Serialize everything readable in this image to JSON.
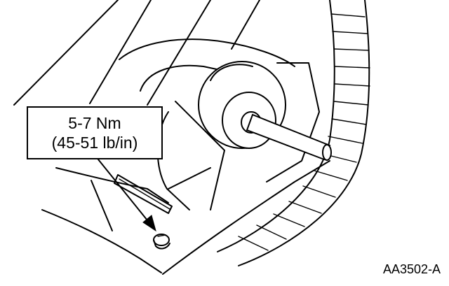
{
  "callout": {
    "torque_nm": "5-7 Nm",
    "torque_lbin": "(45-51 lb/in)"
  },
  "figure_id": "AA3502-A",
  "colors": {
    "line": "#000000",
    "background": "#ffffff"
  }
}
